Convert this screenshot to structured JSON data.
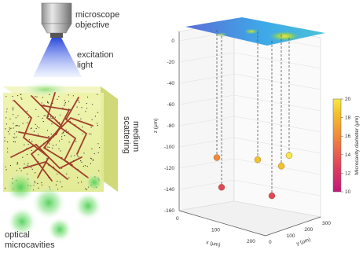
{
  "left": {
    "objective_label": "microscope\nobjective",
    "excitation_label": "excitation\nlight",
    "medium_label": "scattering\nmedium",
    "cavities_label": "optical\nmicrocavities"
  },
  "plot": {
    "z_axis_label": "z (μm)",
    "x_axis_label": "x (μm)",
    "y_axis_label": "y (μm)",
    "z_ticks": [
      "0",
      "-20",
      "-40",
      "-60",
      "-80",
      "-100",
      "-120",
      "-140",
      "-160"
    ],
    "x_ticks": [
      "0",
      "100",
      "200"
    ],
    "y_ticks": [
      "0",
      "100",
      "200",
      "300"
    ],
    "colorbar_label": "Microcavity diameter (μm)",
    "colorbar_ticks": [
      "10",
      "12",
      "14",
      "16",
      "18",
      "20"
    ],
    "colormap": [
      "#c2187a",
      "#e2465a",
      "#f08a3c",
      "#f2c22a",
      "#f7e84a"
    ]
  },
  "chart_data": {
    "type": "scatter",
    "xlabel": "x (μm)",
    "ylabel": "y (μm)",
    "zlabel": "z (μm)",
    "zlim": [
      -160,
      0
    ],
    "color_scale": {
      "label": "Microcavity diameter (μm)",
      "range": [
        10,
        20
      ]
    },
    "points": [
      {
        "z": -110,
        "diameter": 14.5
      },
      {
        "z": -138,
        "diameter": 12
      },
      {
        "z": -112,
        "diameter": 17.5
      },
      {
        "z": -118,
        "diameter": 18.5
      },
      {
        "z": -108,
        "diameter": 20
      },
      {
        "z": -146,
        "diameter": 12.5
      }
    ]
  }
}
